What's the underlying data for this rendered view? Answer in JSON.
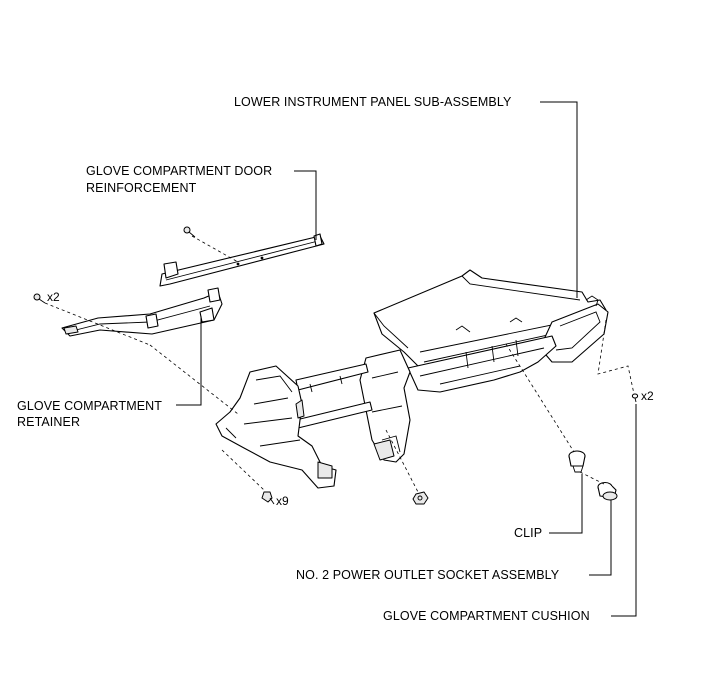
{
  "labels": {
    "lower_panel": "LOWER INSTRUMENT PANEL SUB-ASSEMBLY",
    "door_reinf_line1": "GLOVE COMPARTMENT DOOR",
    "door_reinf_line2": "REINFORCEMENT",
    "retainer_line1": "GLOVE COMPARTMENT",
    "retainer_line2": "RETAINER",
    "clip": "CLIP",
    "power_outlet": "NO. 2 POWER OUTLET SOCKET ASSEMBLY",
    "cushion": "GLOVE COMPARTMENT CUSHION"
  },
  "quantities": {
    "retainer_screws": "x2",
    "panel_screws": "x9",
    "cushions": "x2"
  }
}
